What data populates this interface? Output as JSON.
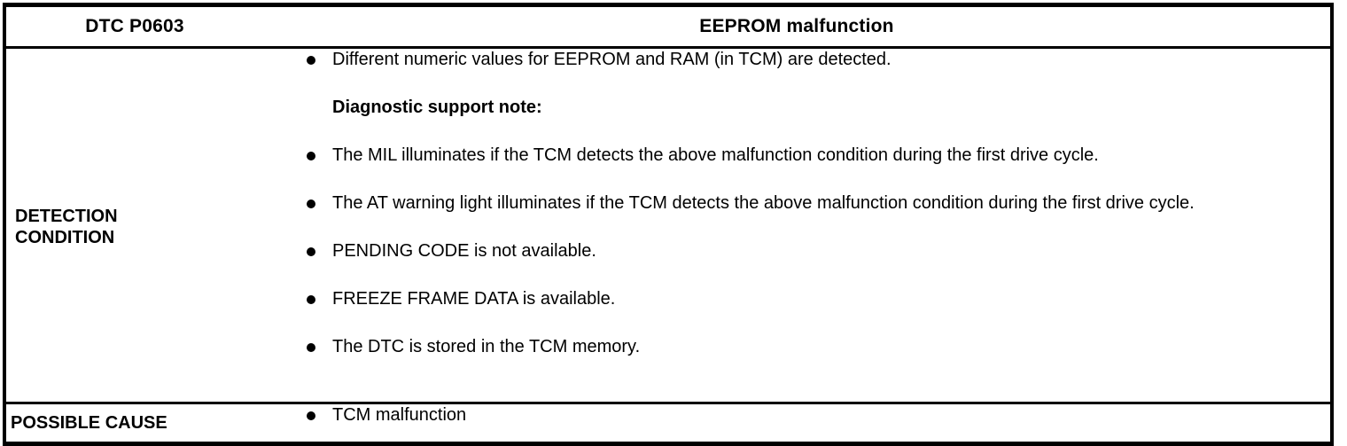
{
  "table": {
    "header": {
      "code_label": "DTC P0603",
      "title": "EEPROM malfunction"
    },
    "rows": [
      {
        "label": "DETECTION\nCONDITION",
        "items": [
          {
            "kind": "bullet",
            "text": "Different numeric values for EEPROM and RAM (in TCM) are detected."
          },
          {
            "kind": "note",
            "text": "Diagnostic support note:"
          },
          {
            "kind": "bullet",
            "text": "The MIL illuminates if the TCM detects the above malfunction condition during the first drive cycle."
          },
          {
            "kind": "bullet",
            "text": "The AT warning light illuminates if the TCM detects the above malfunction condition during the first drive cycle."
          },
          {
            "kind": "bullet",
            "text": "PENDING CODE is not available."
          },
          {
            "kind": "bullet",
            "text": "FREEZE FRAME DATA is available."
          },
          {
            "kind": "bullet",
            "text": "The DTC is stored in the TCM memory."
          }
        ]
      },
      {
        "label": "POSSIBLE CAUSE",
        "items": [
          {
            "kind": "bullet",
            "text": "TCM malfunction"
          }
        ]
      }
    ]
  },
  "colors": {
    "border": "#000000",
    "text": "#000000",
    "background": "#ffffff"
  }
}
